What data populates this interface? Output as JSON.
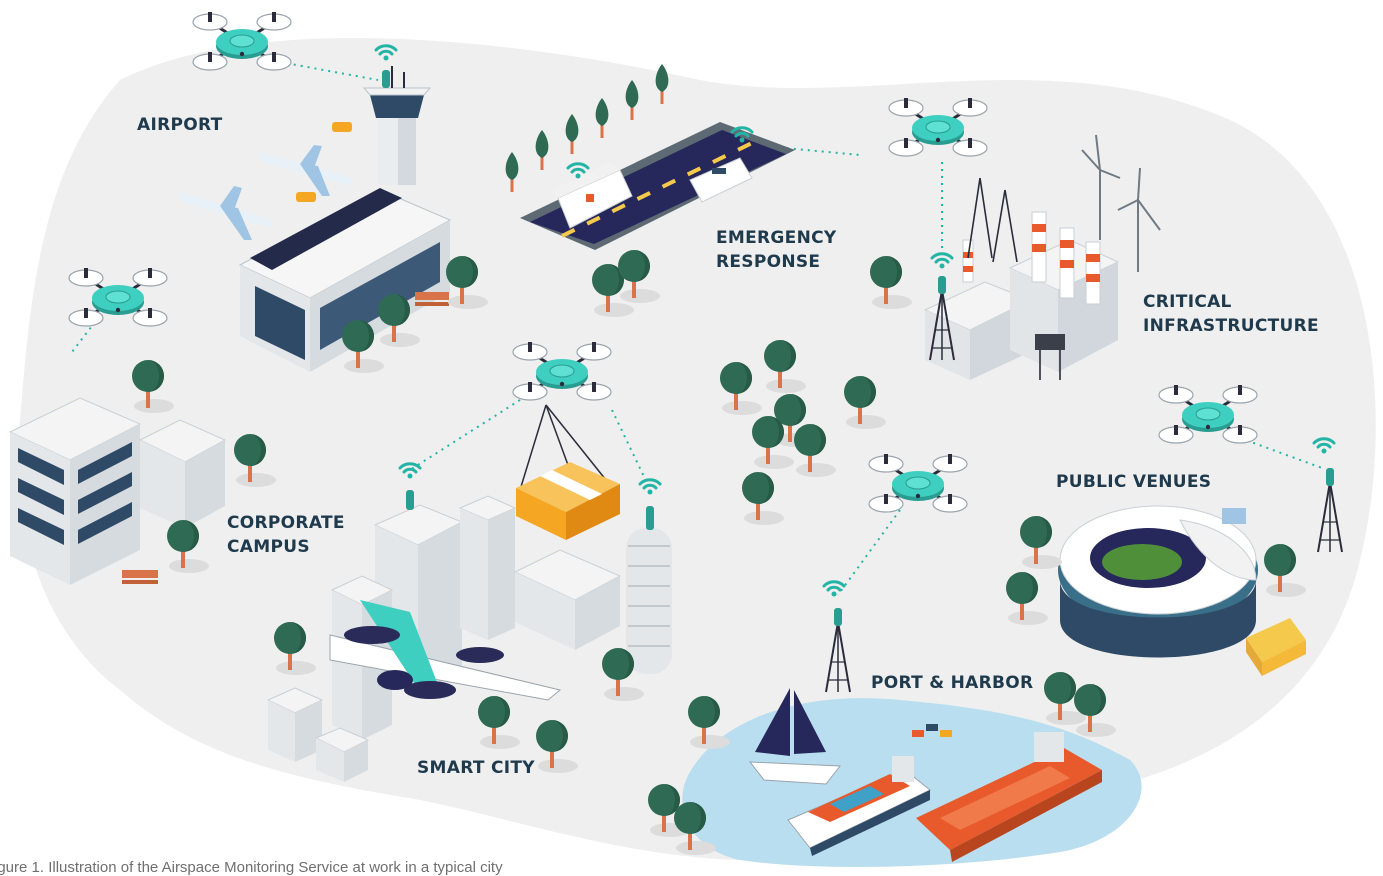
{
  "labels": {
    "airport": "AIRPORT",
    "emergency_line1": "EMERGENCY",
    "emergency_line2": "RESPONSE",
    "critical_line1": "CRITICAL",
    "critical_line2": "INFRASTRUCTURE",
    "corporate_line1": "CORPORATE",
    "corporate_line2": "CAMPUS",
    "public_venues": "PUBLIC VENUES",
    "smart_city": "SMART CITY",
    "port_harbor": "PORT & HARBOR"
  },
  "caption": "igure 1. Illustration of the Airspace Monitoring Service at work in a typical city",
  "colors": {
    "ground": "#efefef",
    "drone": "#3fcfc0",
    "tree": "#2f6b54",
    "trunk": "#d9734a",
    "label": "#1f3a4d",
    "water": "#b9def0",
    "signal": "#24b4a6",
    "package": "#f5a623"
  },
  "icons": {
    "drone": "quadcopter-drone-icon",
    "tower": "antenna-tower-icon",
    "signal": "wifi-signal-icon",
    "tree": "tree-icon"
  }
}
